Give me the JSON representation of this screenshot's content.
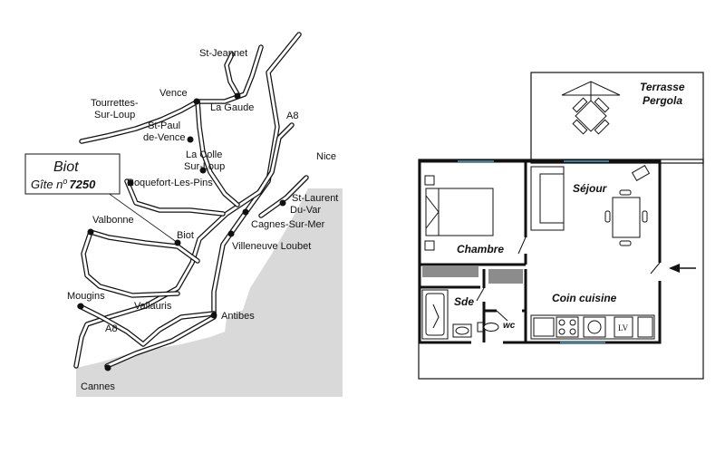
{
  "map": {
    "towns": {
      "st_jeannet": "St-Jeannet",
      "tourrettes_line1": "Tourrettes-",
      "tourrettes_line2": "Sur-Loup",
      "vence": "Vence",
      "la_gaude": "La Gaude",
      "st_paul_line1": "St-Paul",
      "st_paul_line2": "de-Vence",
      "la_colle_line1": "La Colle",
      "la_colle_line2": "Sur-Loup",
      "nice": "Nice",
      "roquefort": "Roquefort-Les-Pins",
      "st_laurent_line1": "St-Laurent",
      "st_laurent_line2": "Du-Var",
      "cagnes": "Cagnes-Sur-Mer",
      "villeneuve": "Villeneuve Loubet",
      "valbonne": "Valbonne",
      "biot": "Biot",
      "mougins": "Mougins",
      "vallauris": "Vallauris",
      "antibes": "Antibes",
      "cannes": "Cannes"
    },
    "highways": {
      "a8_north": "A8",
      "a8_south": "A8"
    },
    "title_box": {
      "line1": "Biot",
      "line2_prefix": "Gîte n",
      "line2_degree": "o",
      "line2_number": "7250"
    },
    "colors": {
      "sea": "#d9d9d9",
      "road": "#111111",
      "land": "#ffffff"
    }
  },
  "plan": {
    "rooms": {
      "terrasse_line1": "Terrasse",
      "terrasse_line2": "Pergola",
      "sejour": "Séjour",
      "chambre": "Chambre",
      "coin_cuisine": "Coin cuisine",
      "sde": "Sde",
      "wc": "wc"
    },
    "appliance_label": "LV",
    "entrance": "arrow-left"
  }
}
